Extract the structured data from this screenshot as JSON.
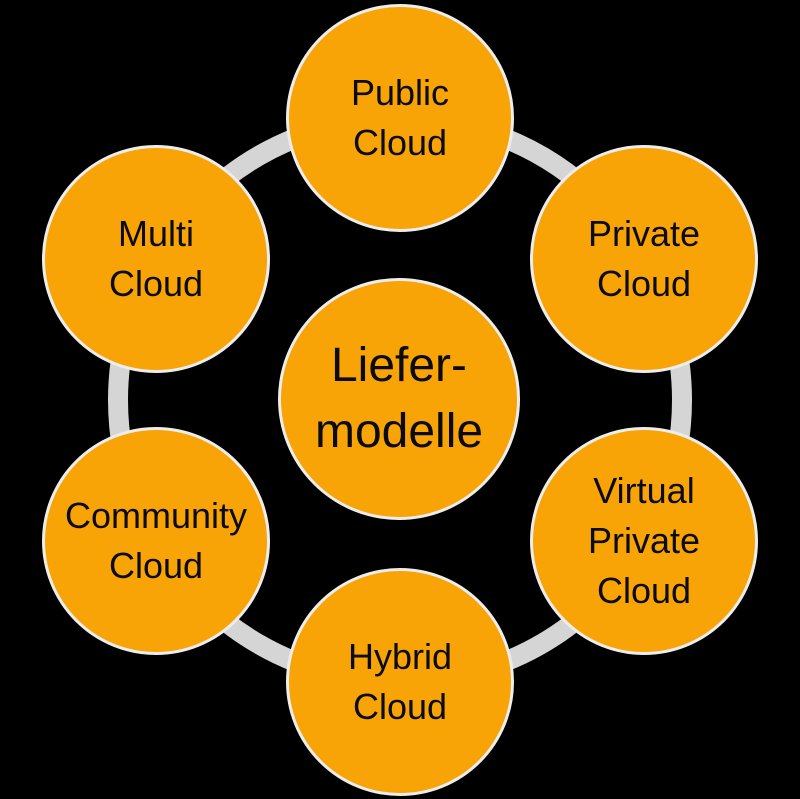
{
  "diagram": {
    "center": {
      "text": "Liefer-\nmodelle"
    },
    "satellites": [
      {
        "id": "public-cloud",
        "text": "Public\nCloud"
      },
      {
        "id": "private-cloud",
        "text": "Private\nCloud"
      },
      {
        "id": "virtual-private-cloud",
        "text": "Virtual\nPrivate\nCloud"
      },
      {
        "id": "hybrid-cloud",
        "text": "Hybrid\nCloud"
      },
      {
        "id": "community-cloud",
        "text": "Community\nCloud"
      },
      {
        "id": "multi-cloud",
        "text": "Multi\nCloud"
      }
    ],
    "colors": {
      "background": "#000000",
      "node_fill": "#F8A406",
      "node_edge": "#EDEDED",
      "ring": "#D5D5D5",
      "text": "#0B0B0B"
    }
  }
}
